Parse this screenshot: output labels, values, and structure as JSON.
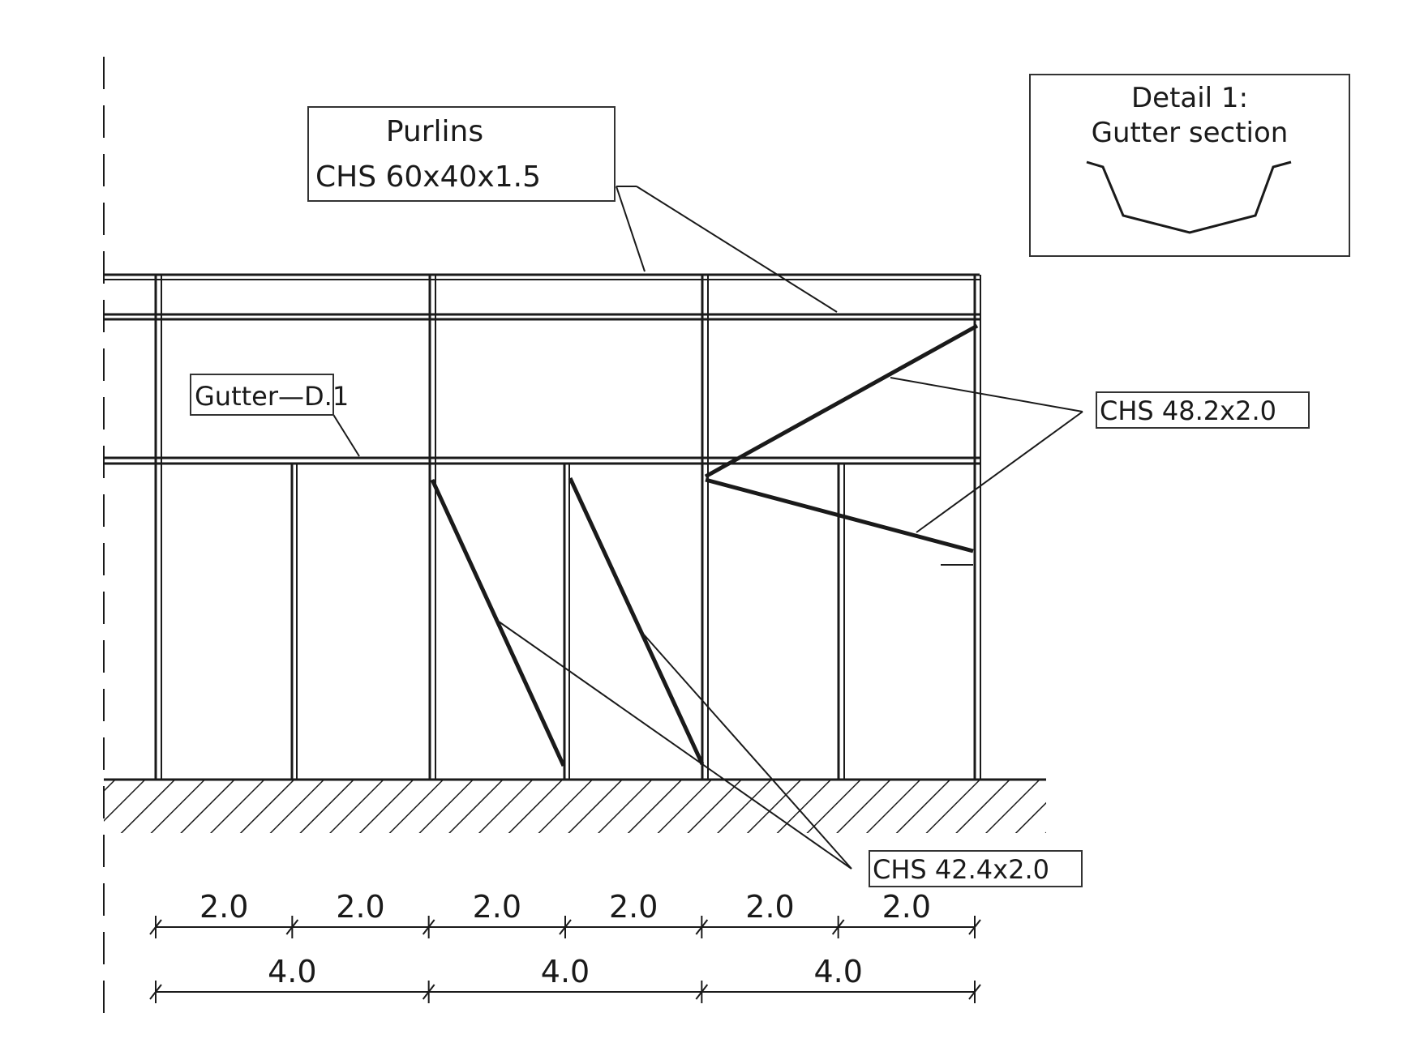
{
  "labels": {
    "purlins_title": "Purlins",
    "purlins_section": "CHS 60x40x1.5",
    "gutter": "Gutter—D.1",
    "brace_upper": "CHS 48.2x2.0",
    "brace_lower": "CHS 42.4x2.0",
    "detail_title": "Detail 1:",
    "detail_subtitle": "Gutter section"
  },
  "dimensions": {
    "spans_2m": [
      "2.0",
      "2.0",
      "2.0",
      "2.0",
      "2.0",
      "2.0"
    ],
    "spans_4m": [
      "4.0",
      "4.0",
      "4.0"
    ]
  }
}
